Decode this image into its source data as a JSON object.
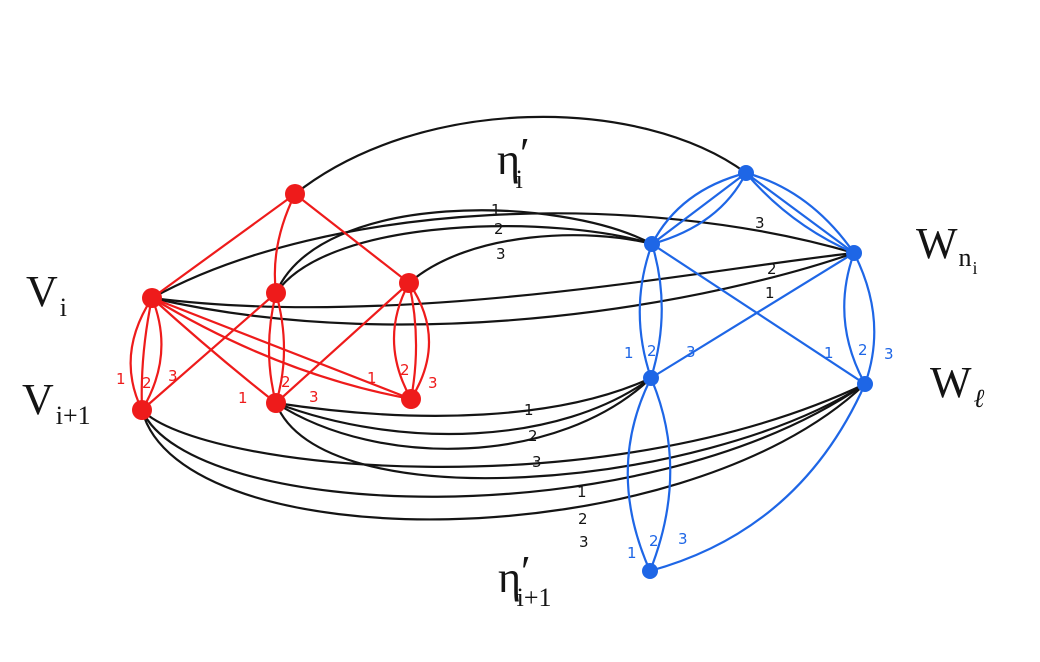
{
  "colors": {
    "red": "#ee1b1b",
    "blue": "#1e66e6",
    "black": "#141414"
  },
  "labels": {
    "v_i": {
      "main": "V",
      "sub": "i"
    },
    "v_i1": {
      "main": "V",
      "sub": "i+1"
    },
    "w_ni": {
      "main": "W",
      "sub": "n",
      "subsub": "i"
    },
    "w_l": {
      "main": "W",
      "sub": "ℓ"
    },
    "eta_i": {
      "main": "η",
      "prime": "′",
      "sub": "i"
    },
    "eta_i1": {
      "main": "η",
      "prime": "′",
      "sub": "i+1"
    }
  },
  "multiplicity": {
    "black_top": [
      "1",
      "2",
      "3"
    ],
    "black_wn_3": "3",
    "black_wn_2": "2",
    "black_wn_1": "1",
    "black_mid": [
      "1",
      "2",
      "3"
    ],
    "black_bot": [
      "1",
      "2",
      "3"
    ],
    "red_vi": [
      "1",
      "2",
      "3"
    ],
    "red_c": [
      "1",
      "2",
      "3"
    ],
    "red_e": [
      "1",
      "2",
      "3"
    ],
    "blue_g": [
      "1",
      "2",
      "3"
    ],
    "blue_l": [
      "1",
      "2",
      "3"
    ],
    "blue_bottom": [
      "1",
      "2",
      "3"
    ]
  }
}
